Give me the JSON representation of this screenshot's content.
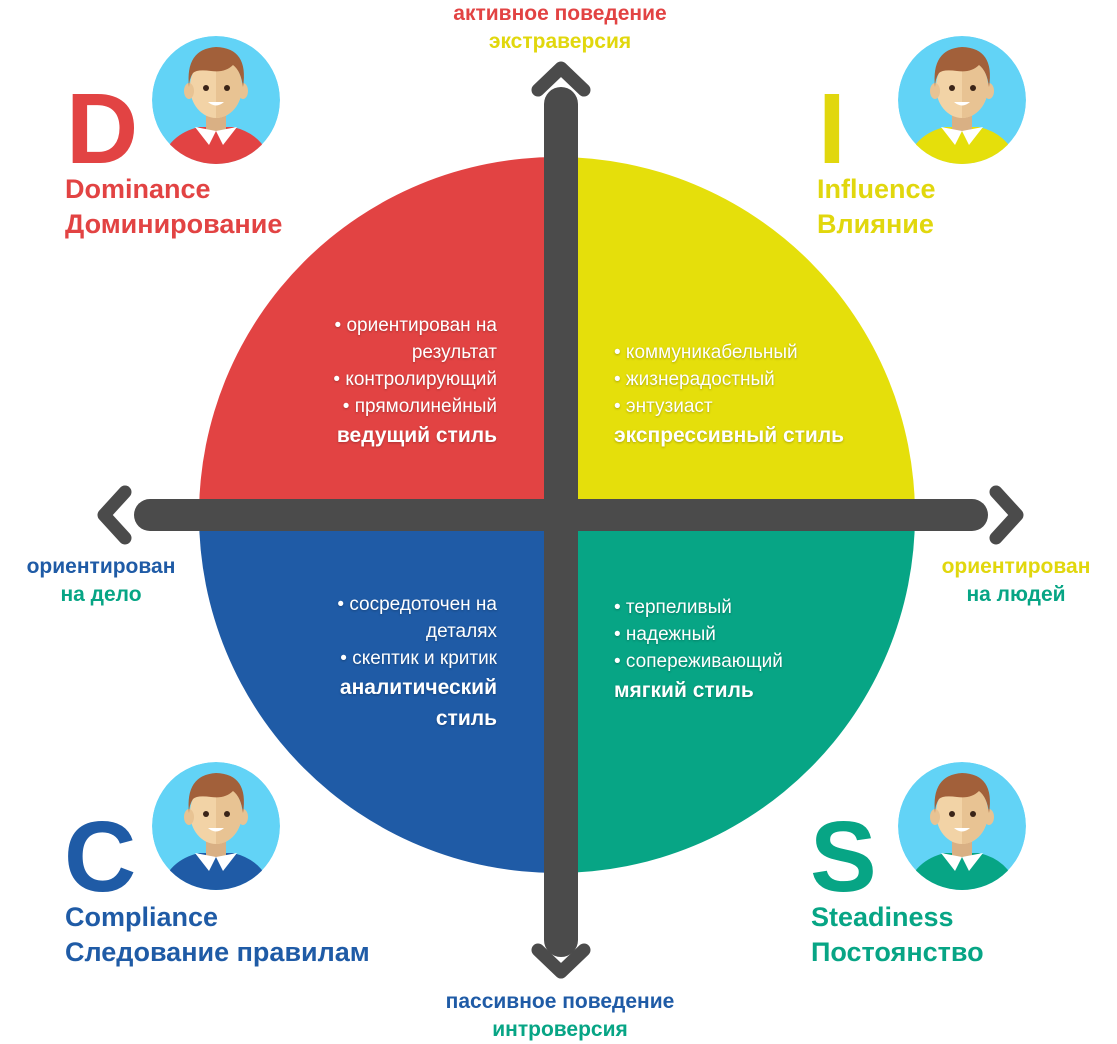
{
  "colors": {
    "d": "#e24343",
    "i": "#e5df0b",
    "c": "#1f5ba6",
    "s": "#07a585",
    "axis": "#4b4b4b",
    "avatar_bg": "#62d3f6"
  },
  "axes": {
    "top": [
      "активное поведение",
      "экстраверсия"
    ],
    "bottom": [
      "пассивное поведение",
      "интроверсия"
    ],
    "left": [
      "ориентирован",
      "на дело"
    ],
    "right": [
      "ориентирован",
      "на людей"
    ]
  },
  "types": {
    "d": {
      "letter": "D",
      "en": "Dominance",
      "ru": "Доминирование"
    },
    "i": {
      "letter": "I",
      "en": "Influence",
      "ru": "Влияние"
    },
    "c": {
      "letter": "C",
      "en": "Compliance",
      "ru": "Следование правилам"
    },
    "s": {
      "letter": "S",
      "en": "Steadiness",
      "ru": "Постоянство"
    }
  },
  "quadrants": {
    "d": {
      "lines": [
        "• ориентирован на",
        "результат",
        "• контролирующий",
        "• прямолинейный"
      ],
      "style": "ведущий стиль"
    },
    "i": {
      "lines": [
        "• коммуникабельный",
        "• жизнерадостный",
        "• энтузиаст"
      ],
      "style": "экспрессивный стиль"
    },
    "c": {
      "lines": [
        "• сосредоточен на",
        "деталях",
        "• скептик и критик"
      ],
      "style": [
        "аналитический",
        "стиль"
      ]
    },
    "s": {
      "lines": [
        "• терпеливый",
        "• надежный",
        "• сопереживающий"
      ],
      "style": "мягкий стиль"
    }
  }
}
